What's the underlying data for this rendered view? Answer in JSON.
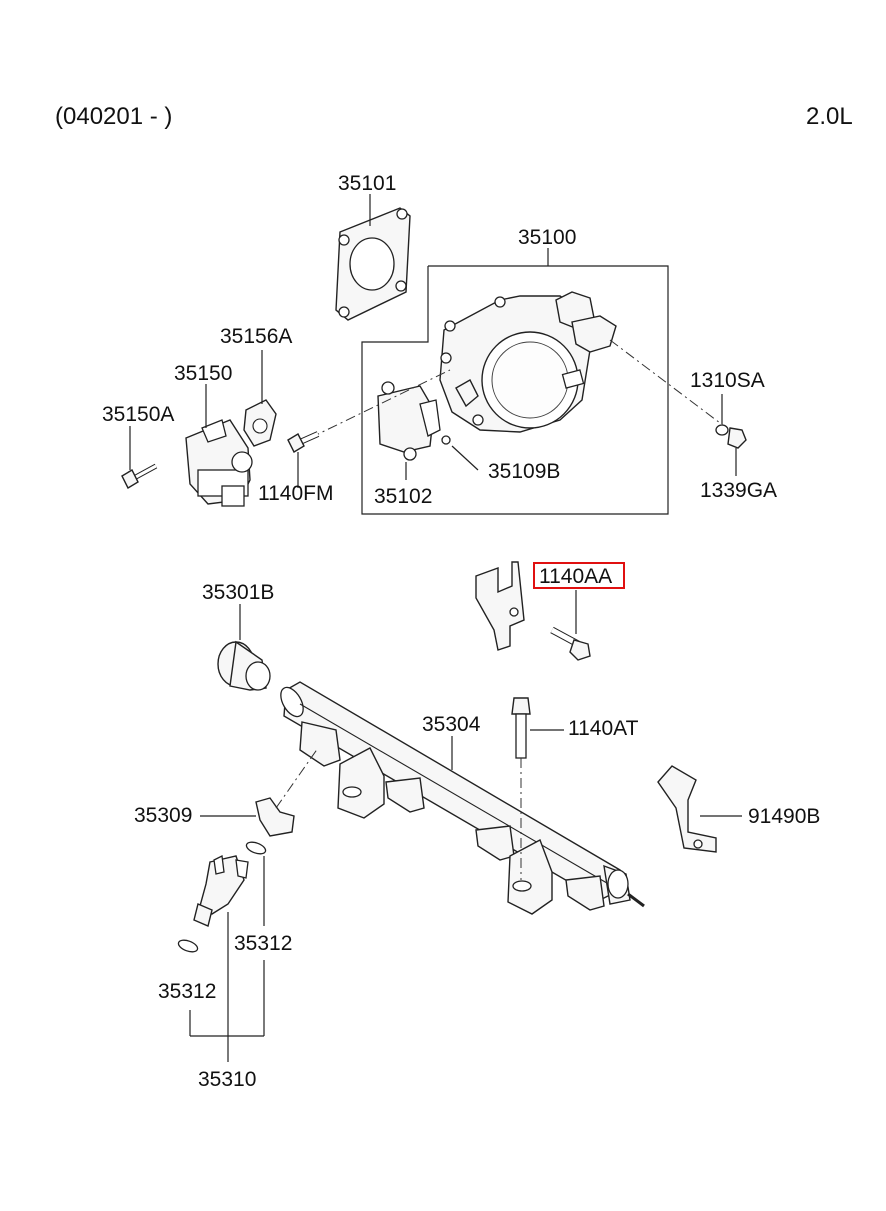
{
  "header": {
    "date_range": "(040201 - )",
    "engine": "2.0L"
  },
  "parts": {
    "p35101": "35101",
    "p35100": "35100",
    "p35156A": "35156A",
    "p35150": "35150",
    "p35150A": "35150A",
    "p1140FM": "1140FM",
    "p35102": "35102",
    "p35109B": "35109B",
    "p1310SA": "1310SA",
    "p1339GA": "1339GA",
    "p1140AA": "1140AA",
    "p35301B": "35301B",
    "p35304": "35304",
    "p1140AT": "1140AT",
    "p35309": "35309",
    "p91490B": "91490B",
    "p35312a": "35312",
    "p35312b": "35312",
    "p35310": "35310"
  },
  "highlight": {
    "part": "1140AA",
    "color": "#e01010"
  }
}
